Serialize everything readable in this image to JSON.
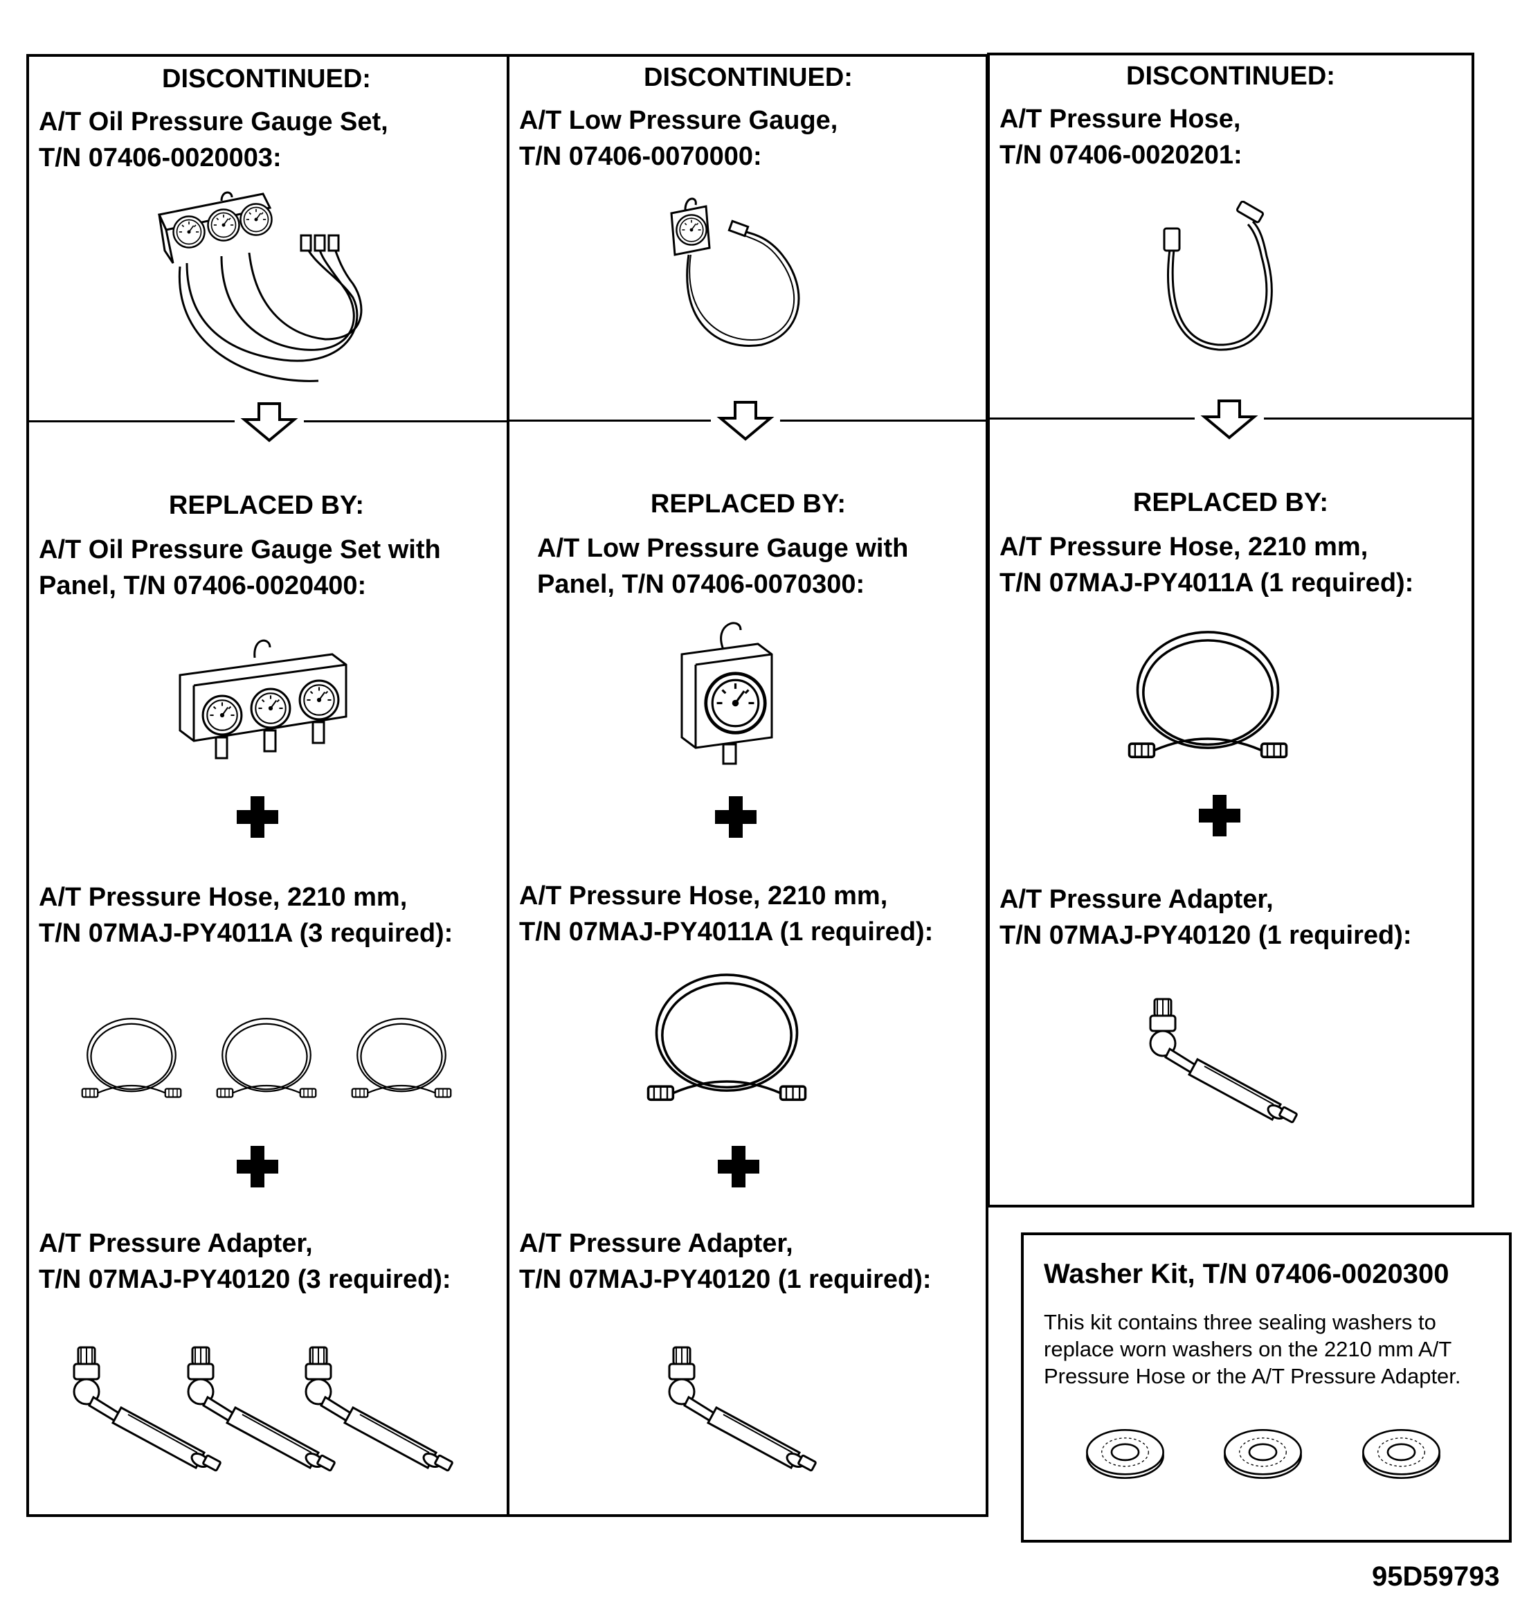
{
  "columns": [
    {
      "discontinued_header": "DISCONTINUED:",
      "discontinued_item": [
        "A/T Oil Pressure Gauge Set,",
        "T/N 07406-0020003:"
      ],
      "replaced_header": "REPLACED BY:",
      "replaced_item": [
        "A/T Oil Pressure Gauge Set with",
        "Panel, T/N 07406-0020400:"
      ],
      "hose_item": [
        "A/T Pressure Hose, 2210 mm,",
        "T/N 07MAJ-PY4011A (3 required):"
      ],
      "adapter_item": [
        "A/T Pressure Adapter,",
        "T/N 07MAJ-PY40120 (3 required):"
      ]
    },
    {
      "discontinued_header": "DISCONTINUED:",
      "discontinued_item": [
        "A/T Low Pressure Gauge,",
        "T/N 07406-0070000:"
      ],
      "replaced_header": "REPLACED BY:",
      "replaced_item": [
        "A/T Low Pressure Gauge with",
        "Panel, T/N 07406-0070300:"
      ],
      "hose_item": [
        "A/T Pressure Hose, 2210 mm,",
        "T/N 07MAJ-PY4011A (1 required):"
      ],
      "adapter_item": [
        "A/T Pressure Adapter,",
        "T/N 07MAJ-PY40120 (1 required):"
      ]
    },
    {
      "discontinued_header": "DISCONTINUED:",
      "discontinued_item": [
        "A/T Pressure Hose,",
        "T/N 07406-0020201:"
      ],
      "replaced_header": "REPLACED BY:",
      "replaced_item": [
        "A/T Pressure Hose, 2210 mm,",
        "T/N 07MAJ-PY4011A (1 required):"
      ],
      "adapter_item": [
        "A/T Pressure Adapter,",
        "T/N 07MAJ-PY40120 (1 required):"
      ]
    }
  ],
  "washer_kit": {
    "title": "Washer Kit, T/N 07406-0020300",
    "description": [
      "This kit contains three sealing washers to",
      "replace worn washers on the 2210 mm A/T",
      "Pressure Hose or the A/T Pressure Adapter."
    ]
  },
  "document_id": "95D59793",
  "icons": [
    "gauge-set-icon",
    "low-gauge-icon",
    "pressure-hose-icon",
    "pressure-adapter-icon",
    "washer-icon",
    "down-arrow-icon",
    "plus-icon"
  ]
}
